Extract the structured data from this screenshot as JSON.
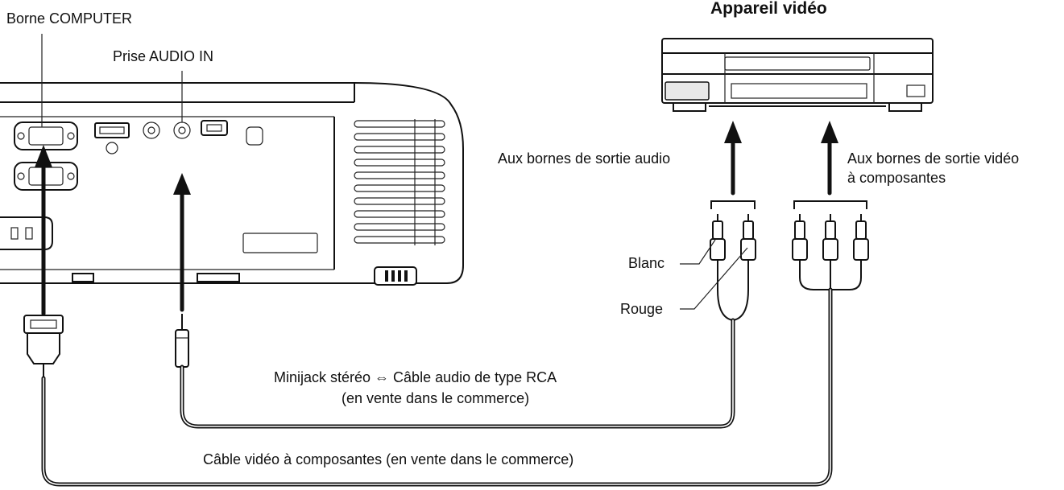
{
  "labels": {
    "computer_terminal": "Borne COMPUTER",
    "audio_in_jack": "Prise AUDIO IN",
    "video_device": "Appareil vidéo",
    "audio_output": "Aux bornes de sortie audio",
    "video_output_line1": "Aux bornes de sortie vidéo",
    "video_output_line2": "à composantes",
    "white": "Blanc",
    "red": "Rouge",
    "audio_cable_line1": "Minijack stéréo ⇔ Câble audio de type RCA",
    "audio_cable_line2": "(en vente dans le commerce)",
    "video_cable": "Câble vidéo à composantes (en vente dans le commerce)"
  }
}
